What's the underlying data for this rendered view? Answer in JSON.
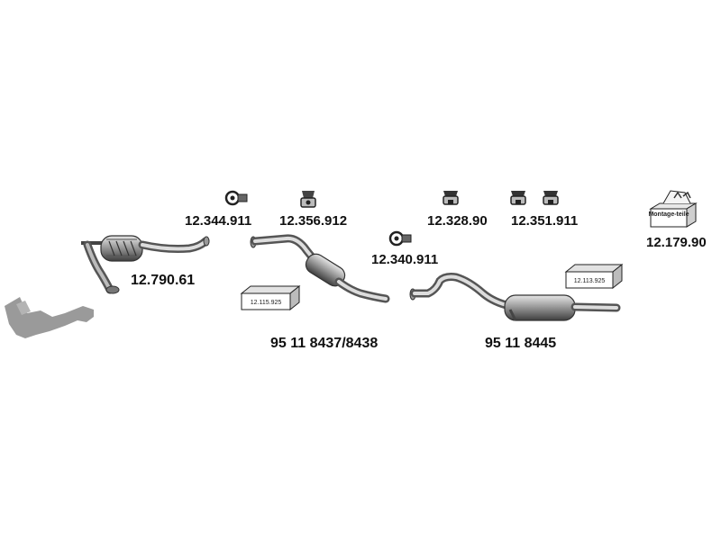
{
  "labels": {
    "clamp_1": "12.344.911",
    "hanger_1": "12.356.912",
    "clamp_2": "12.340.911",
    "hanger_2": "12.328.90",
    "hanger_3": "12.351.911",
    "mounting_kit": "12.179.90",
    "front_pipe": "12.790.61",
    "middle_section": "95 11 8437/8438",
    "rear_section": "95 11 8445"
  },
  "boxes": {
    "box_left": "12.115.925",
    "box_right": "12.113.925",
    "mounting_kit_box": "Montage-teile"
  },
  "colors": {
    "part_fill": "#8a8a8a",
    "part_dark": "#3a3a3a",
    "part_light": "#d9d9d9",
    "silhouette": "#9a9a9a",
    "text": "#111111"
  }
}
